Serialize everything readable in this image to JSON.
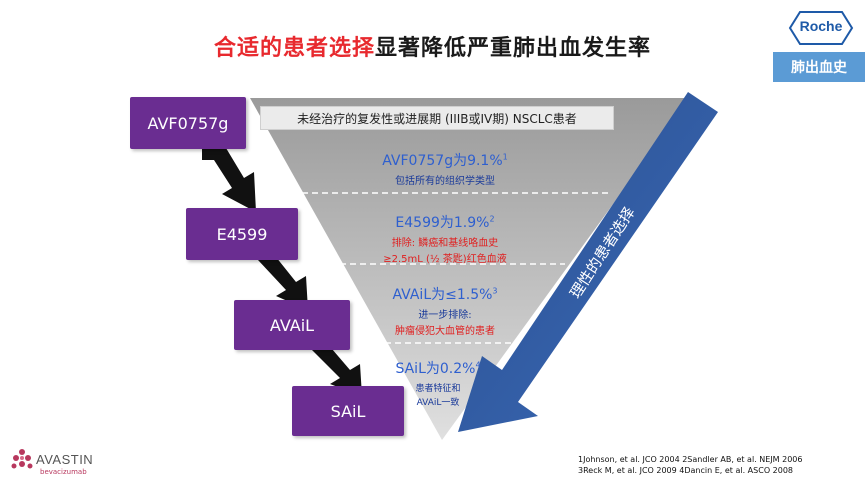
{
  "title": {
    "part1": "合适的患者选择",
    "part2": "显著降低严重肺出血发生率"
  },
  "brand": {
    "roche": "Roche",
    "tag": "肺出血史",
    "avastin": "AVASTIN",
    "avastin_sub": "bevacizumab"
  },
  "population_header": "未经治疗的复发性或进展期 (IIIB或IV期) NSCLC患者",
  "arrow_label": "理性的患者选择",
  "stages": [
    {
      "label": "AVF0757g",
      "rate": "AVF0757g为9.1%",
      "sup": "1",
      "notes": [
        "包括所有的组织学类型"
      ]
    },
    {
      "label": "E4599",
      "rate": "E4599为1.9%",
      "sup": "2",
      "notes": [
        "排除: 鳞癌和基线咯血史",
        "≥2.5mL (½ 茶匙)红色血液"
      ]
    },
    {
      "label": "AVAiL",
      "rate": "AVAiL为≤1.5%",
      "sup": "3",
      "notes": [
        "进一步排除:",
        "肿瘤侵犯大血管的患者"
      ]
    },
    {
      "label": "SAiL",
      "rate": "SAiL为0.2%",
      "sup": "4",
      "notes": [
        "患者特征和",
        "AVAiL一致"
      ]
    }
  ],
  "references": [
    "1Johnson, et al. JCO 2004  2Sandler AB, et al. NEJM 2006",
    "3Reck M, et al. JCO 2009  4Dancin E, et al. ASCO 2008"
  ],
  "colors": {
    "title_red": "#e8292e",
    "stage_purple": "#6a2d91",
    "arrow_blue": "#2d5aa0",
    "tag_blue": "#5b9bd5"
  }
}
